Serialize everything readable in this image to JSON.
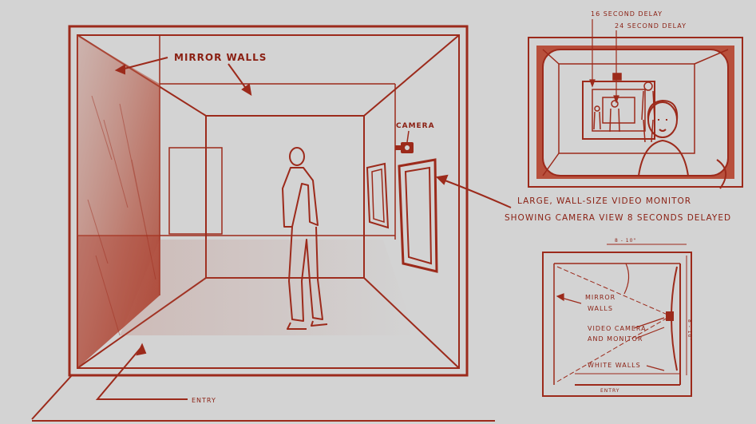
{
  "colors": {
    "background": "#d3d3d3",
    "ink": "#9c2a1b",
    "ink_dark": "#8a1f12",
    "shade": "#b5523f"
  },
  "labels": {
    "mirror_walls": "MIRROR WALLS",
    "camera": "CAMERA",
    "entry": "ENTRY",
    "delay_16": "16 SECOND DELAY",
    "delay_24": "24 SECOND DELAY",
    "monitor_line1": "LARGE, WALL-SIZE VIDEO MONITOR",
    "monitor_line2": "SHOWING CAMERA VIEW 8 SECONDS DELAYED"
  },
  "plan": {
    "dim_width": "8 - 10\"",
    "dim_depth": "8 - 10\"",
    "mirror_walls_line1": "MIRROR",
    "mirror_walls_line2": "WALLS",
    "camera_line1": "VIDEO CAMERA",
    "camera_line2": "AND MONITOR",
    "white_walls": "WHITE WALLS",
    "entry": "ENTRY"
  }
}
